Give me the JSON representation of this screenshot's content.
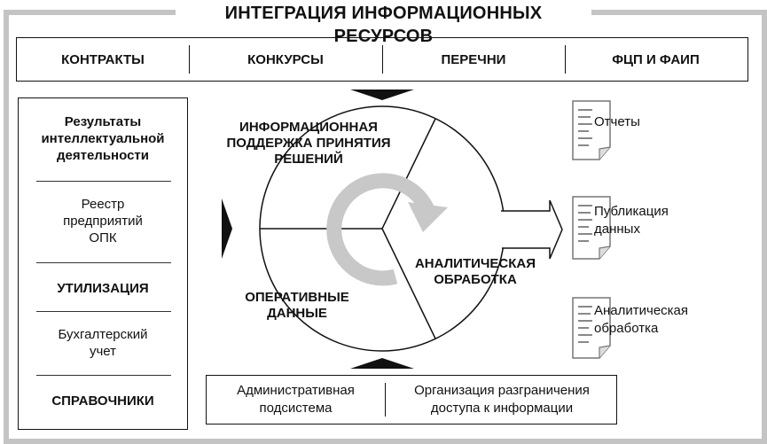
{
  "title": "ИНТЕГРАЦИЯ ИНФОРМАЦИОННЫХ РЕСУРСОВ",
  "top_sources": [
    "КОНТРАКТЫ",
    "КОНКУРСЫ",
    "ПЕРЕЧНИ",
    "ФЦП И ФАИП"
  ],
  "left_panel": {
    "item1": "Результаты интеллектуальной деятельности",
    "item2": "Реестр предприятий ОПК",
    "item3": "УТИЛИЗАЦИЯ",
    "item4": "Бухгалтерский учет",
    "item5": "СПРАВОЧНИКИ"
  },
  "circle_segments": {
    "decision": "ИНФОРМАЦИОННАЯ ПОДДЕРЖКА ПРИНЯТИЯ РЕШЕНИЙ",
    "analytics": "АНАЛИТИЧЕСКАЯ ОБРАБОТКА",
    "operational": "ОПЕРАТИВНЫЕ ДАННЫЕ"
  },
  "bottom_panel": {
    "left": "Административная подсистема",
    "right": "Организация разграничения доступа к информации"
  },
  "outputs": {
    "reports": "Отчеты",
    "publication": "Публикация данных",
    "analytics": "Аналитическая обработка"
  },
  "colors": {
    "frame": "#c4c4c4",
    "cycle_arrow": "#c8c8c8",
    "ink": "#111111"
  }
}
